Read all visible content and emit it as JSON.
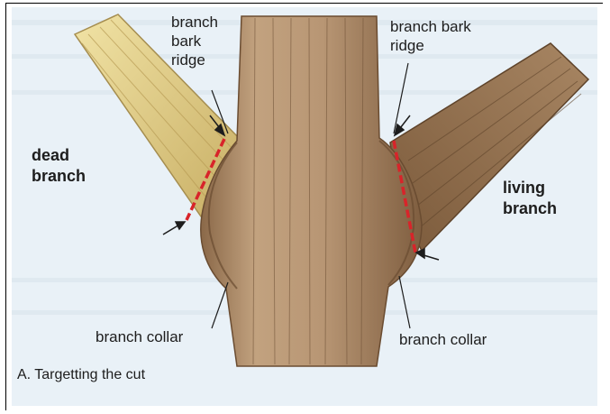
{
  "labels": {
    "branch_bark_ridge_left": "branch\nbark\nridge",
    "branch_bark_ridge_right": "branch bark\nridge",
    "dead_branch": "dead\nbranch",
    "living_branch": "living\nbranch",
    "branch_collar_left": "branch collar",
    "branch_collar_right": "branch collar"
  },
  "caption": "A. Targetting the cut",
  "colors": {
    "background": "#e9f1f7",
    "trunk": "#b59472",
    "trunk_dark": "#7a5a3c",
    "dead_branch": "#e6d48c",
    "living_branch": "#8c6a4a",
    "cut_line": "#d8242a",
    "label_text": "#1d1d1d"
  }
}
